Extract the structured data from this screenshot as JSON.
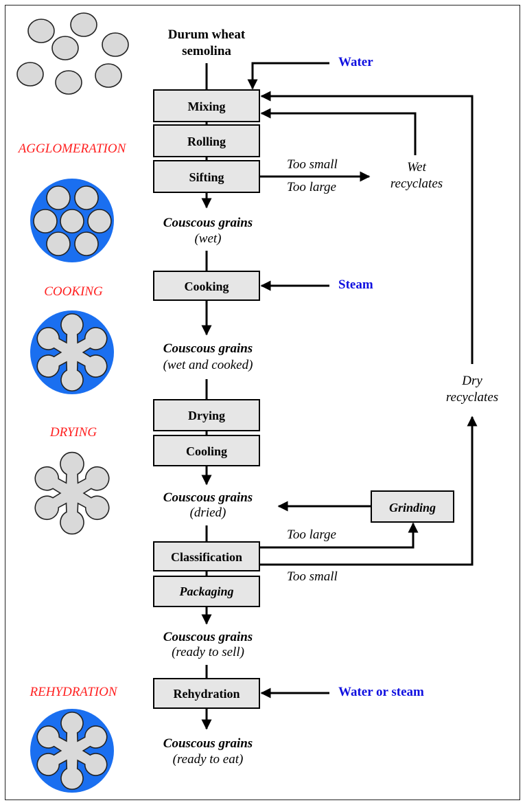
{
  "start": {
    "line1": "Durum wheat",
    "line2": "semolina"
  },
  "stages": {
    "agglomeration": "AGGLOMERATION",
    "cooking": "COOKING",
    "drying": "DRYING",
    "rehydration": "REHYDRATION"
  },
  "steps": {
    "mixing": "Mixing",
    "rolling": "Rolling",
    "sifting": "Sifting",
    "cooking": "Cooking",
    "drying": "Drying",
    "cooling": "Cooling",
    "classification": "Classification",
    "packaging": "Packaging",
    "rehydration": "Rehydration",
    "grinding": "Grinding"
  },
  "products": {
    "title": "Couscous grains",
    "wet": "(wet)",
    "wet_cooked": "(wet and cooked)",
    "dried": "(dried)",
    "ready_to_sell": "(ready to sell)",
    "ready_to_eat": "(ready to eat)"
  },
  "inputs": {
    "water": "Water",
    "steam": "Steam",
    "water_or_steam": "Water or steam"
  },
  "side_labels": {
    "too_small": "Too small",
    "too_large": "Too large",
    "wet_1": "Wet",
    "wet_2": "recyclates",
    "dry_1": "Dry",
    "dry_2": "recyclates"
  },
  "colors": {
    "stage_label": "#ff2020",
    "input_label": "#1010e0",
    "grain_halo": "#1a6ff0",
    "step_fill": "#e6e6e6"
  }
}
